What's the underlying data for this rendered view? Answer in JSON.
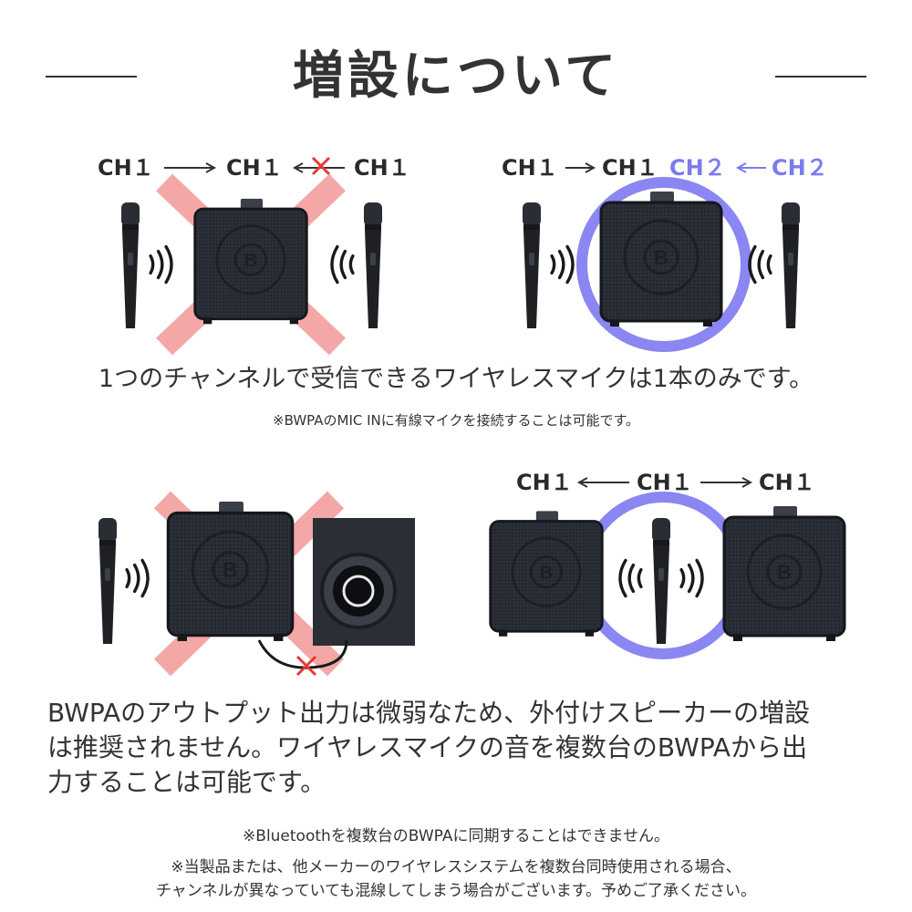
{
  "title": "増設について",
  "panel1": {
    "ch_a": "CH１",
    "ch_b": "CH１",
    "ch_c": "CH１"
  },
  "panel2": {
    "ch_a": "CH１",
    "ch_b": "CH１",
    "ch_c": "CH２",
    "ch_d": "CH２"
  },
  "panel4": {
    "ch_a": "CH１",
    "ch_b": "CH１",
    "ch_c": "CH１"
  },
  "caption1": "1つのチャンネルで受信できるワイヤレスマイクは1本のみです。",
  "note1": "※BWPAのMIC INに有線マイクを接続することは可能です。",
  "paragraph": {
    "line1": "BWPAのアウトプット出力は微弱なため、外付けスピーカーの増設",
    "line2": "は推奨されません。ワイヤレスマイクの音を複数台のBWPAから出",
    "line3": "力することは可能です。"
  },
  "notes": {
    "n1": "※Bluetoothを複数台のBWPAに同期することはできません。",
    "n2": "※当製品または、他メーカーのワイヤレスシステムを複数台同時使用される場合、",
    "n3": "チャンネルが異なっていても混線してしまう場合がございます。予めご了承ください。"
  },
  "colors": {
    "accent": "#7b7bf0",
    "cross": "#f4a7a7",
    "red_x": "#e53935",
    "text": "#333333"
  },
  "icons": [
    "speaker-icon",
    "microphone-icon",
    "sound-waves-icon",
    "cross-mark-icon",
    "arrow-icon",
    "subwoofer-icon"
  ]
}
